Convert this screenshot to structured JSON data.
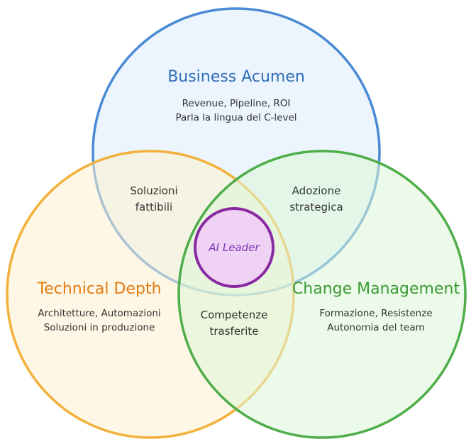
{
  "circles": {
    "business": {
      "title": "Business Acumen",
      "line1": "Revenue, Pipeline, ROI",
      "line2": "Parla la lingua del C-level",
      "stroke": "#4a8ad4",
      "fill": "#dcecfb",
      "title_color": "#2f6db8"
    },
    "technical": {
      "title": "Technical Depth",
      "line1": "Architetture, Automazioni",
      "line2": "Soluzioni in produzione",
      "stroke": "#f2b13c",
      "fill": "#fdf0cf",
      "title_color": "#e27b12"
    },
    "change": {
      "title": "Change Management",
      "line1": "Formazione, Resistenze",
      "line2": "Autonomia del team",
      "stroke": "#4fae4a",
      "fill": "#dcf5d7",
      "title_color": "#3a9a35"
    }
  },
  "overlaps": {
    "business_technical": {
      "line1": "Soluzioni",
      "line2": "fattibili"
    },
    "business_change": {
      "line1": "Adozione",
      "line2": "strategica"
    },
    "technical_change": {
      "line1": "Competenze",
      "line2": "trasferite"
    }
  },
  "center": {
    "label": "AI Leader",
    "stroke": "#8a2aa3",
    "fill": "#f0d3f4",
    "text_color": "#7d35b5"
  }
}
